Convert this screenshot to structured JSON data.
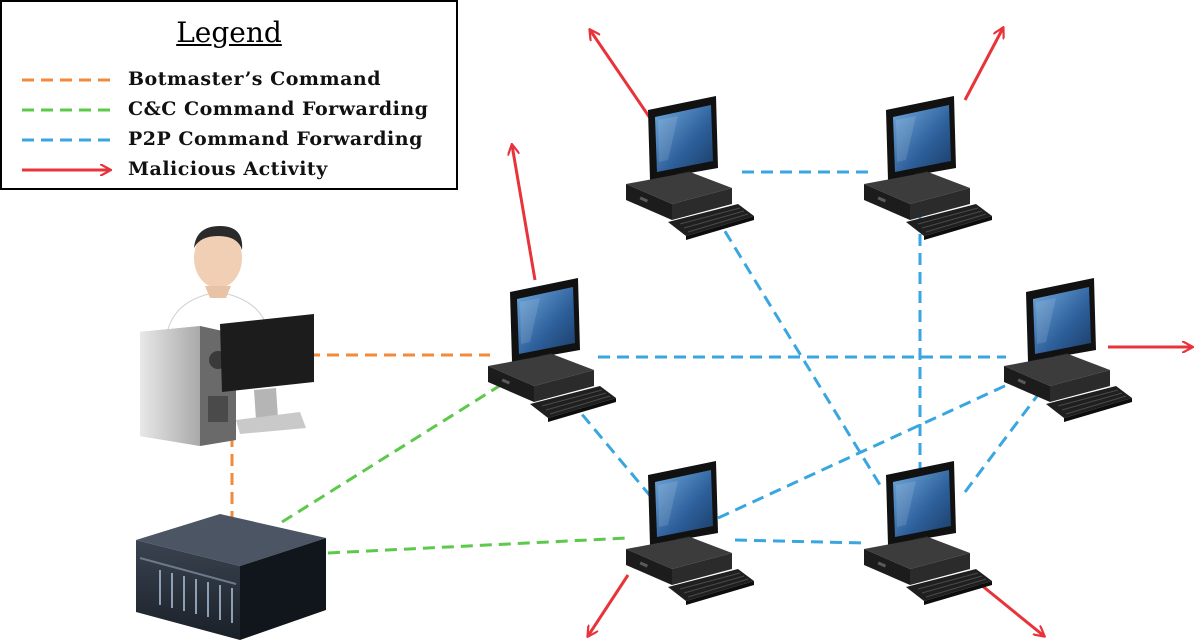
{
  "legend": {
    "title": "Legend",
    "items": [
      {
        "label": "Botmaster’s Command",
        "color": "#F28A3C",
        "style": "dashed"
      },
      {
        "label": "C&C Command Forwarding",
        "color": "#5CC94A",
        "style": "dashed"
      },
      {
        "label": "P2P Command Forwarding",
        "color": "#3AA6E0",
        "style": "dashed"
      },
      {
        "label": "Malicious Activity",
        "color": "#E8333A",
        "style": "arrow"
      }
    ]
  },
  "colors": {
    "botmaster": "#F28A3C",
    "cnc": "#5CC94A",
    "p2p": "#3AA6E0",
    "malicious": "#E8333A"
  },
  "nodes": [
    {
      "id": "botmaster",
      "icon": "botmaster-workstation-icon"
    },
    {
      "id": "cnc-server",
      "icon": "server-rack-icon"
    },
    {
      "id": "bot-1",
      "icon": "computer-icon"
    },
    {
      "id": "bot-2",
      "icon": "computer-icon"
    },
    {
      "id": "bot-3",
      "icon": "computer-icon"
    },
    {
      "id": "bot-4",
      "icon": "computer-icon"
    },
    {
      "id": "bot-5",
      "icon": "computer-icon"
    },
    {
      "id": "bot-6",
      "icon": "computer-icon"
    }
  ],
  "edges": [
    {
      "from": "botmaster",
      "to": "bot-1",
      "type": "botmaster"
    },
    {
      "from": "botmaster",
      "to": "cnc-server",
      "type": "botmaster"
    },
    {
      "from": "cnc-server",
      "to": "bot-1",
      "type": "cnc"
    },
    {
      "from": "cnc-server",
      "to": "bot-5",
      "type": "cnc"
    },
    {
      "from": "bot-1",
      "to": "bot-4",
      "type": "p2p"
    },
    {
      "from": "bot-1",
      "to": "bot-5",
      "type": "p2p"
    },
    {
      "from": "bot-2",
      "to": "bot-3",
      "type": "p2p"
    },
    {
      "from": "bot-2",
      "to": "bot-6",
      "type": "p2p"
    },
    {
      "from": "bot-3",
      "to": "bot-6",
      "type": "p2p"
    },
    {
      "from": "bot-4",
      "to": "bot-5",
      "type": "p2p"
    },
    {
      "from": "bot-4",
      "to": "bot-6",
      "type": "p2p"
    },
    {
      "from": "bot-5",
      "to": "bot-6",
      "type": "p2p"
    }
  ],
  "malicious_activity": [
    {
      "from": "bot-1"
    },
    {
      "from": "bot-2"
    },
    {
      "from": "bot-3"
    },
    {
      "from": "bot-4"
    },
    {
      "from": "bot-5"
    },
    {
      "from": "bot-6"
    }
  ]
}
